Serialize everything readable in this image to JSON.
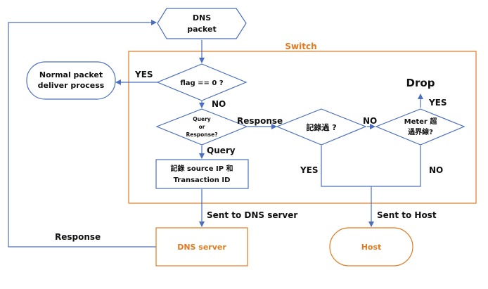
{
  "colors": {
    "blue": "#4a6fbf",
    "orange": "#e07a1f",
    "text": "#111111",
    "background": "#ffffff"
  },
  "container": {
    "label": "Switch"
  },
  "nodes": {
    "dns_packet": {
      "line1": "DNS",
      "line2": "packet"
    },
    "normal_process": {
      "line1": "Normal packet",
      "line2": "deliver process"
    },
    "flag_check": {
      "text": "flag == 0 ?"
    },
    "query_or_response": {
      "line1": "Query",
      "line2": "or",
      "line3": "Response?"
    },
    "recorded_check": {
      "text": "記錄過 ?"
    },
    "meter_check": {
      "line1": "Meter 超",
      "line2": "過界線?"
    },
    "record_box": {
      "line1": "記錄 source IP 和",
      "line2": "Transaction ID"
    },
    "dns_server": {
      "text": "DNS server"
    },
    "host": {
      "text": "Host"
    },
    "drop": {
      "text": "Drop"
    }
  },
  "edge_labels": {
    "yes_flag": "YES",
    "no_flag": "NO",
    "response": "Response",
    "query": "Query",
    "no_recorded": "NO",
    "yes_recorded": "YES",
    "yes_meter": "YES",
    "no_meter": "NO",
    "sent_to_dns": "Sent to DNS server",
    "sent_to_host": "Sent to Host",
    "response_back": "Response"
  }
}
